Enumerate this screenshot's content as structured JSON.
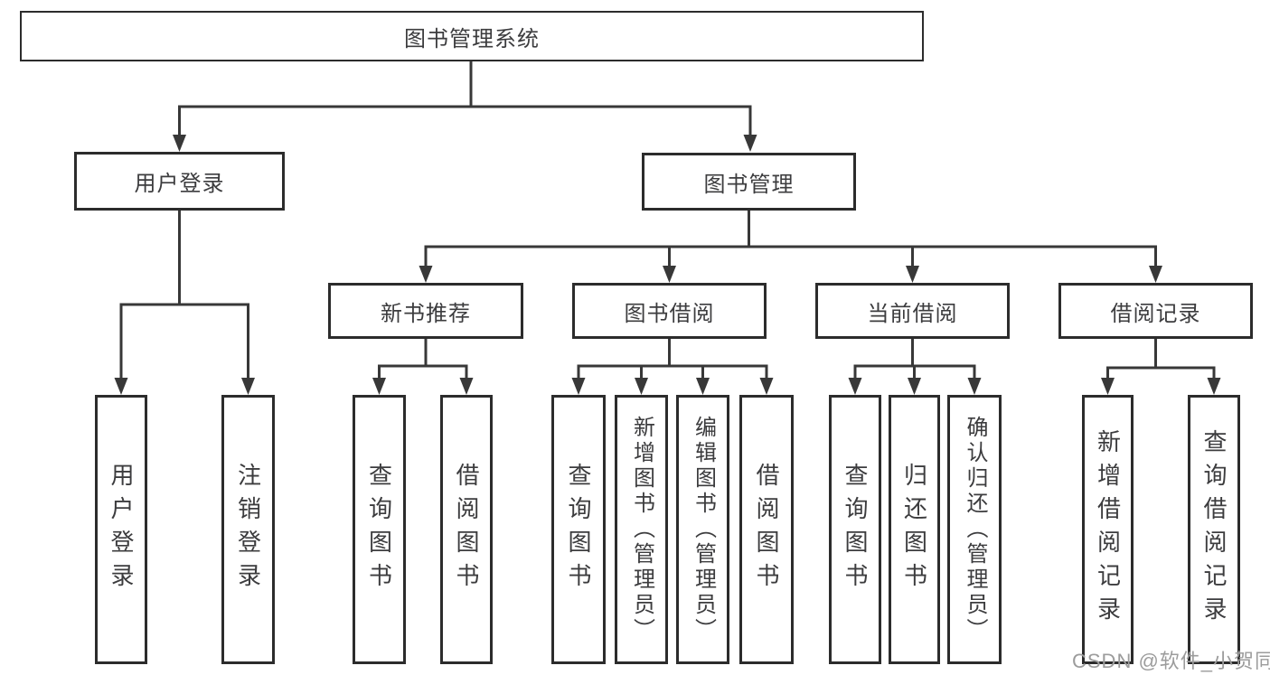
{
  "colors": {
    "line": "#383838",
    "box_border": "#2c2c2c",
    "text": "#3c3c3e",
    "watermark": "#9c9c9c",
    "background": "#ffffff"
  },
  "watermark": {
    "text": "CSDN @软件_小贺同学"
  },
  "diagram": {
    "root": {
      "label": "图书管理系统"
    },
    "branches": [
      {
        "label": "用户登录",
        "children": [
          {
            "label": "用户登录"
          },
          {
            "label": "注销登录"
          }
        ]
      },
      {
        "label": "图书管理",
        "children": [
          {
            "label": "新书推荐",
            "children": [
              {
                "label": "查询图书"
              },
              {
                "label": "借阅图书"
              }
            ]
          },
          {
            "label": "图书借阅",
            "children": [
              {
                "label": "查询图书"
              },
              {
                "label": "新增图书（管理员）"
              },
              {
                "label": "编辑图书（管理员）"
              },
              {
                "label": "借阅图书"
              }
            ]
          },
          {
            "label": "当前借阅",
            "children": [
              {
                "label": "查询图书"
              },
              {
                "label": "归还图书"
              },
              {
                "label": "确认归还（管理员）"
              }
            ]
          },
          {
            "label": "借阅记录",
            "children": [
              {
                "label": "新增借阅记录"
              },
              {
                "label": "查询借阅记录"
              }
            ]
          }
        ]
      }
    ]
  }
}
